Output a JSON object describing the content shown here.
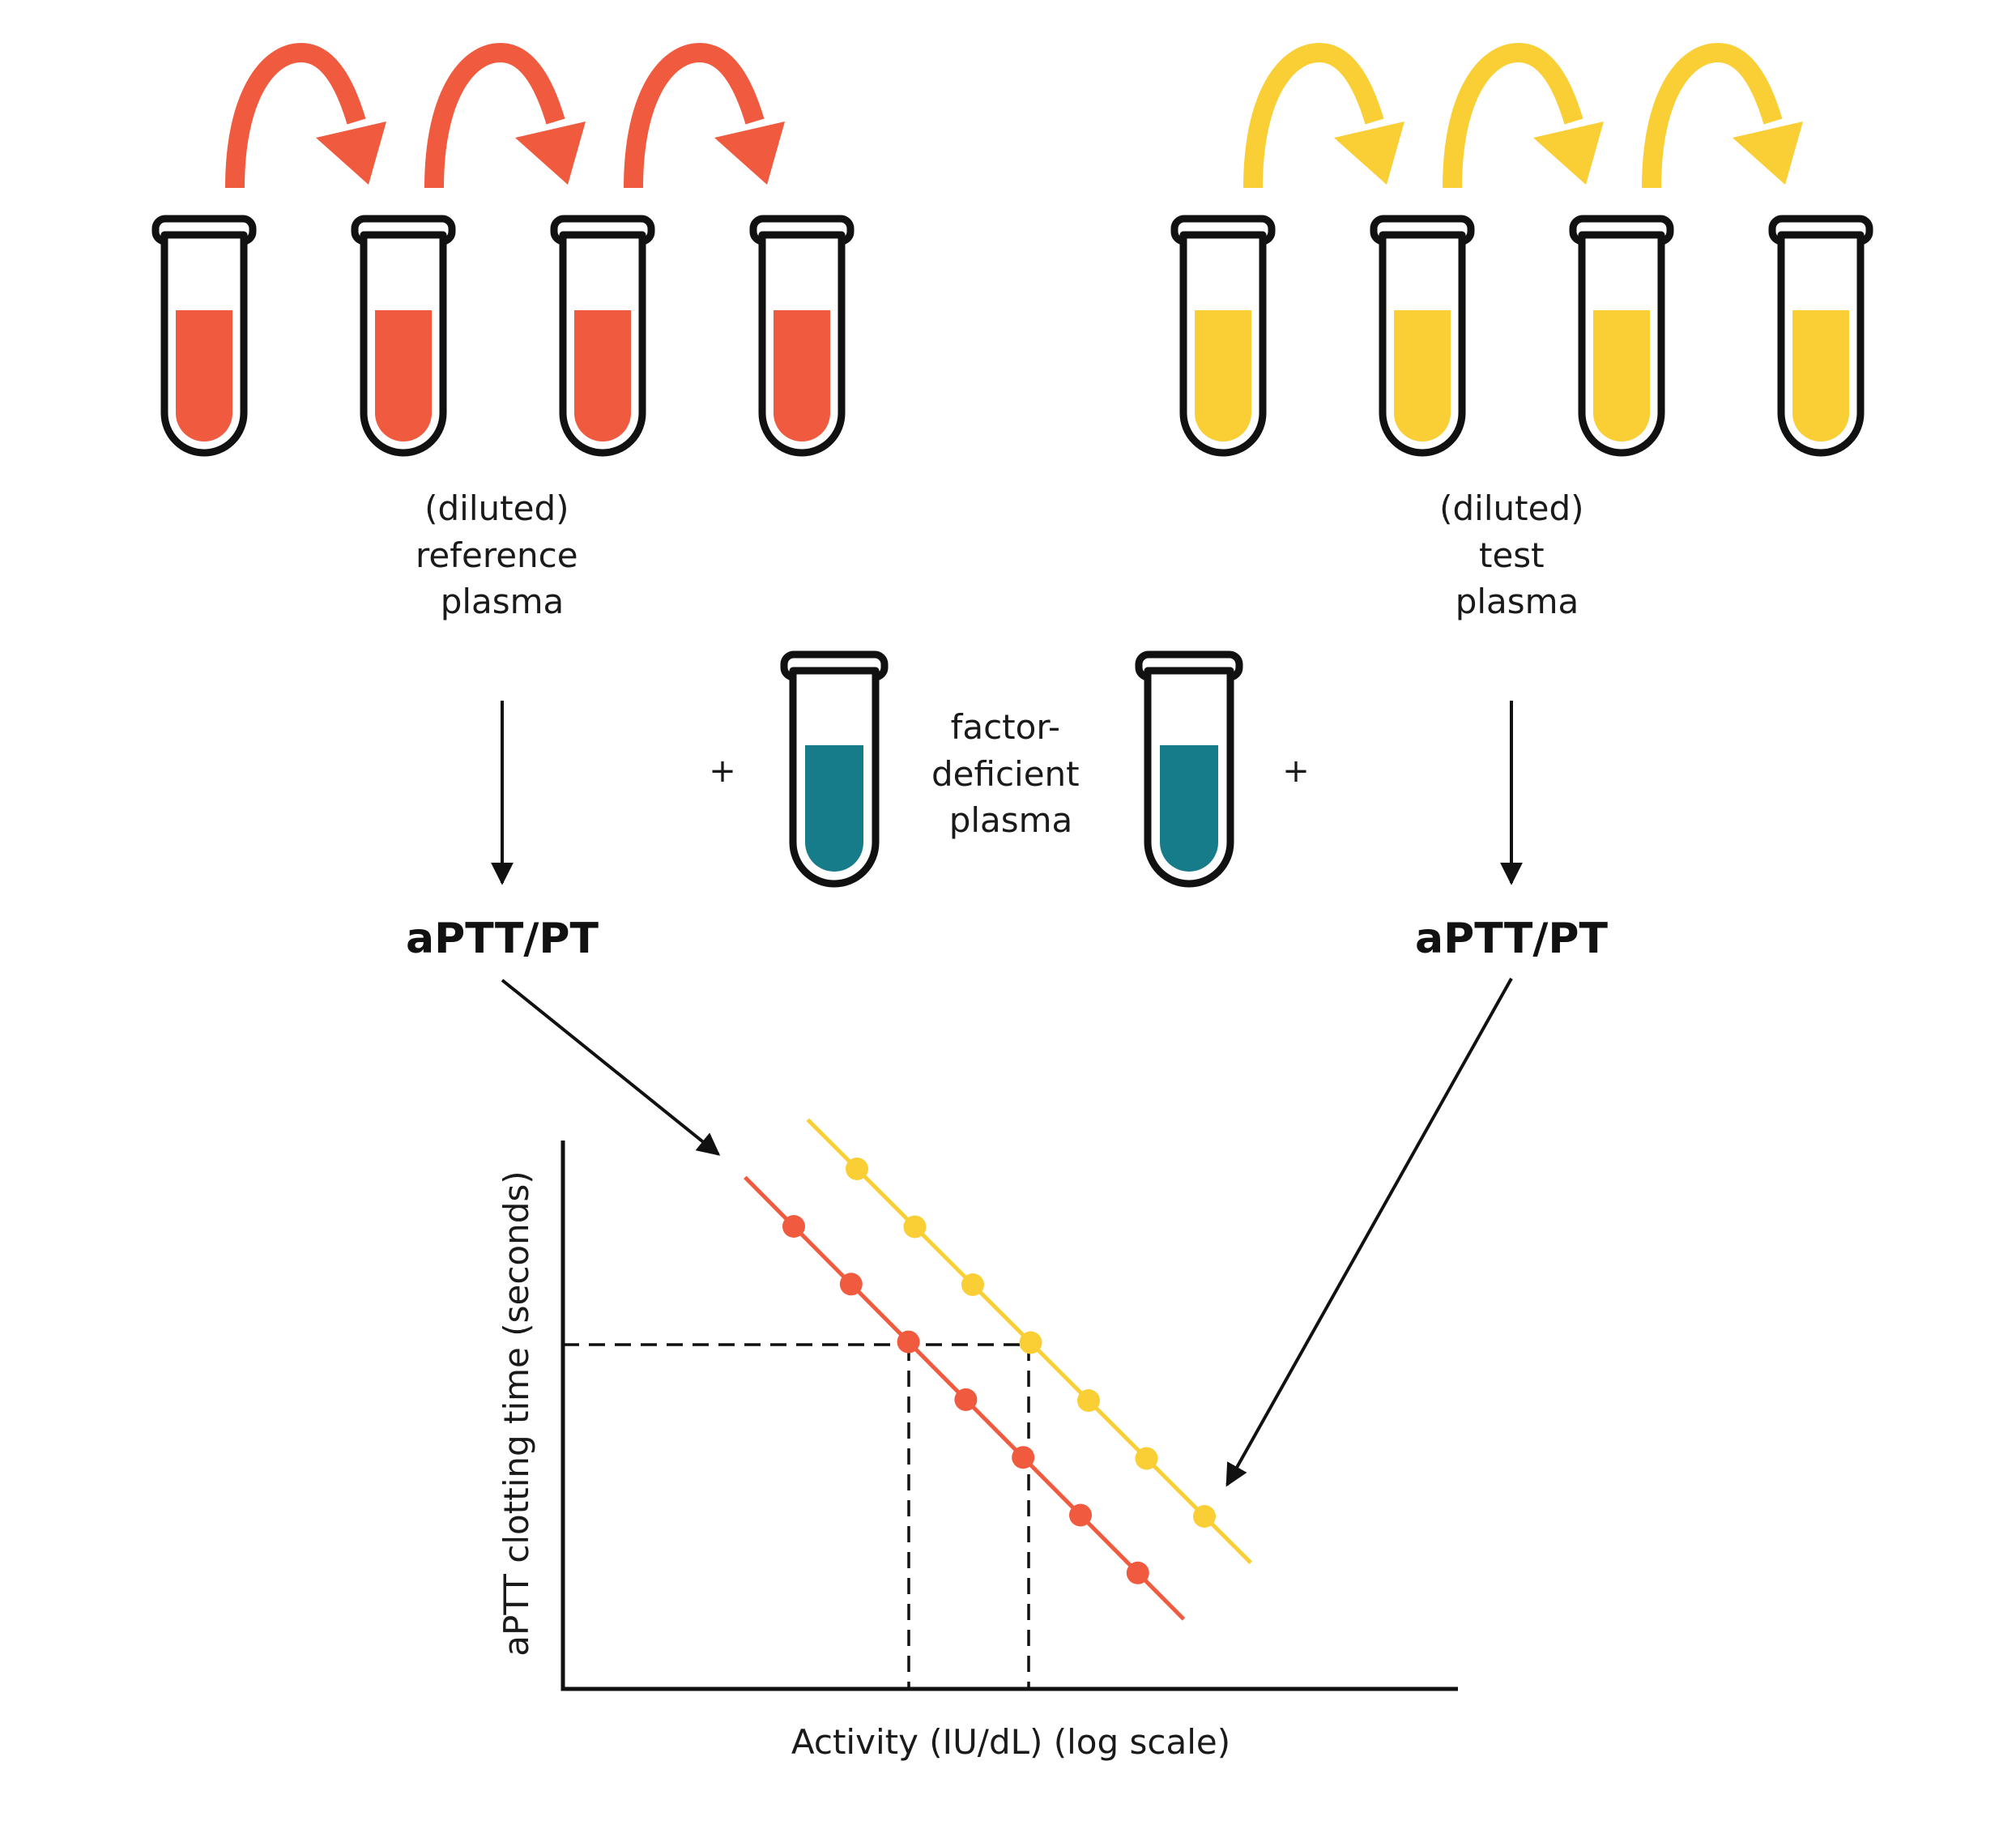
{
  "colors": {
    "reference": "#F05A3E",
    "test": "#F9CF35",
    "deficient": "#177C8A",
    "ink": "#111111"
  },
  "labels": {
    "reference_plasma": [
      "(diluted)",
      "reference",
      "plasma"
    ],
    "test_plasma": [
      "(diluted)",
      "test",
      "plasma"
    ],
    "deficient_plasma": [
      "factor-",
      "deficient",
      "plasma"
    ],
    "plus_left": "+",
    "plus_right": "+",
    "assay_left": "aPTT/PT",
    "assay_right": "aPTT/PT"
  },
  "chart_data": {
    "type": "line",
    "xlabel": "Activity (IU/dL) (log scale)",
    "ylabel": "aPTT clotting time (seconds)",
    "x_scale": "log",
    "grid": false,
    "series": [
      {
        "color": "#F05A3E",
        "role": "reference",
        "x_index": [
          1,
          2,
          3,
          4,
          5,
          6,
          7
        ],
        "y_index": [
          7,
          6,
          5,
          4,
          3,
          2,
          1
        ]
      },
      {
        "color": "#F9CF35",
        "role": "test",
        "x_index": [
          1,
          2,
          3,
          4,
          5,
          6,
          7
        ],
        "y_index": [
          7,
          6,
          5,
          4,
          3,
          2,
          1
        ]
      }
    ]
  }
}
